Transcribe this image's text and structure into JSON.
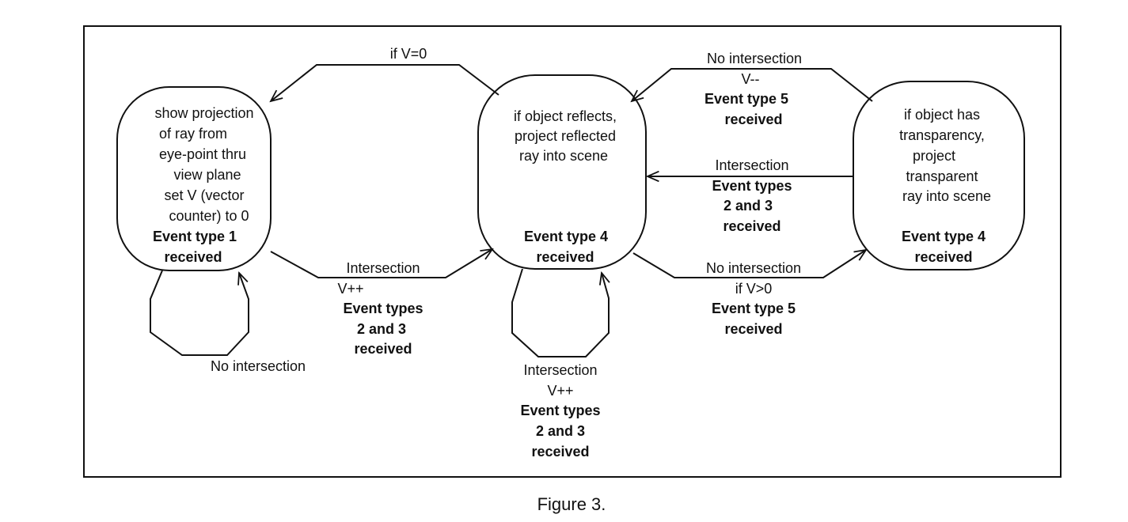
{
  "states": {
    "left": {
      "lines": [
        "show projection",
        "of ray from",
        "eye-point thru",
        "view plane",
        "set V (vector",
        "counter) to 0"
      ],
      "event": [
        "Event type 1",
        "received"
      ]
    },
    "center": {
      "lines": [
        "if object reflects,",
        "project reflected",
        "ray into scene"
      ],
      "event": [
        "Event type 4",
        "received"
      ]
    },
    "right": {
      "lines": [
        "if object has",
        "transparency,",
        "project",
        "transparent",
        "ray into scene"
      ],
      "event": [
        "Event type 4",
        "received"
      ]
    }
  },
  "transitions": {
    "center_to_left": {
      "lines": [
        "if V=0"
      ],
      "event": []
    },
    "left_self": {
      "lines": [
        "No intersection"
      ],
      "event": []
    },
    "left_to_center": {
      "lines": [
        "Intersection",
        "V++"
      ],
      "event": [
        "Event types",
        "2 and 3",
        "received"
      ]
    },
    "center_self": {
      "lines": [
        "Intersection",
        "V++"
      ],
      "event": [
        "Event types",
        "2 and 3",
        "received"
      ]
    },
    "right_to_center_top": {
      "lines": [
        "No intersection",
        "V--"
      ],
      "event": [
        "Event type 5",
        "received"
      ]
    },
    "right_to_center_mid": {
      "lines": [
        "Intersection"
      ],
      "event": [
        "Event types",
        "2 and 3",
        "received"
      ]
    },
    "center_to_right": {
      "lines": [
        "No intersection",
        "if V>0"
      ],
      "event": [
        "Event type 5",
        "received"
      ]
    }
  },
  "caption": "Figure 3."
}
